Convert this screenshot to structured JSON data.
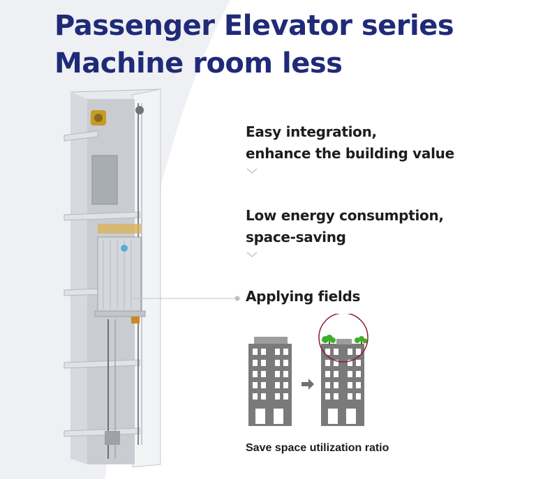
{
  "title": {
    "line1": "Passenger Elevator series",
    "line2": "Machine room less"
  },
  "features": [
    {
      "line1": "Easy integration,",
      "line2": "enhance the building value"
    },
    {
      "line1": "Low energy consumption,",
      "line2": "space-saving"
    }
  ],
  "applying_fields": "Applying fields",
  "caption": "Save space utilization ratio",
  "icons": [
    "chevron-down-icon",
    "arrow-right-icon",
    "tree-icon"
  ],
  "colors": {
    "title": "#1f2a78",
    "text": "#1d1d1d",
    "building": "#7a7a7a",
    "highlight_circle": "#8b1a2b",
    "trees": "#3fae2a"
  }
}
